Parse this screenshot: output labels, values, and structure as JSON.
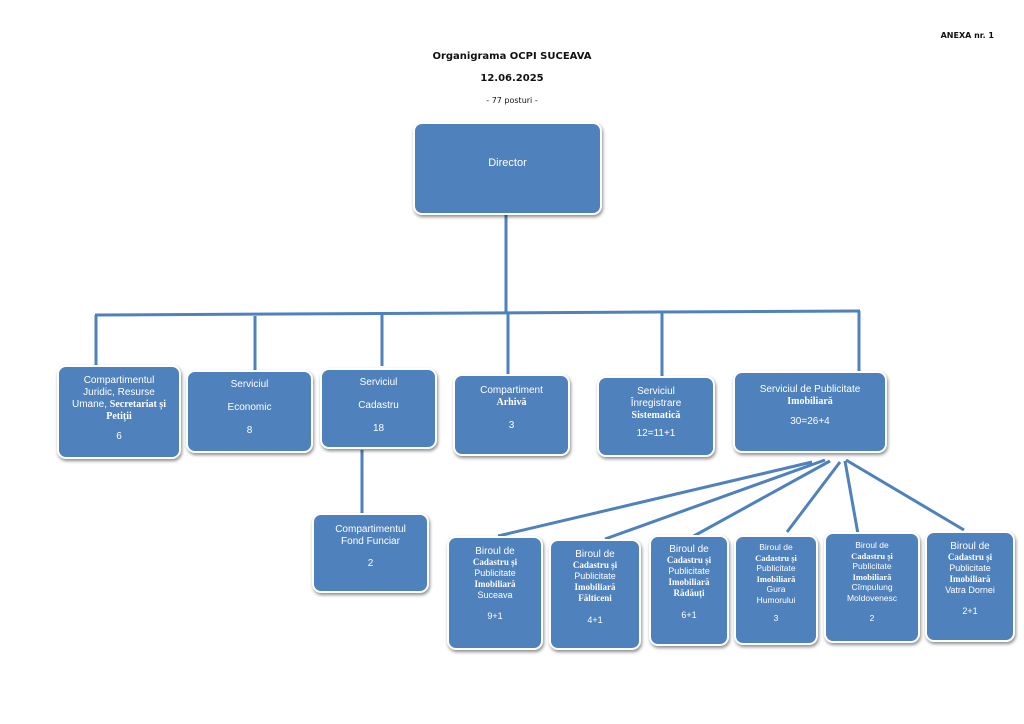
{
  "header": {
    "anexa": "ANEXA nr. 1",
    "title": "Organigrama OCPI SUCEAVA",
    "date": "12.06.2025",
    "posts": "- 77 posturi -"
  },
  "colors": {
    "box_fill": "#4f81bd",
    "line": "#4f81bd"
  },
  "director": {
    "label": "Director"
  },
  "departments": {
    "juridic": {
      "line1": "Compartimentul",
      "line2": "Juridic, Resurse",
      "line3a": "Umane,",
      "line3b": "Secretariat și",
      "line4": "Petiții",
      "count": "6"
    },
    "economic": {
      "line1": "Serviciul",
      "line2": "Economic",
      "count": "8"
    },
    "cadastru": {
      "line1": "Serviciul",
      "line2": "Cadastru",
      "count": "18"
    },
    "arhiva": {
      "line1": "Compartiment",
      "line2": "Arhivă",
      "count": "3"
    },
    "inregistrare": {
      "line1": "Serviciul",
      "line2": "Înregistrare",
      "line3": "Sistematică",
      "count": "12=11+1"
    },
    "publicitate": {
      "line1": "Serviciul de Publicitate",
      "line2": "Imobiliară",
      "count": "30=26+4"
    }
  },
  "fond_funciar": {
    "line1": "Compartimentul",
    "line2": "Fond Funciar",
    "count": "2"
  },
  "birouri": [
    {
      "l1": "Biroul de",
      "l2": "Cadastru și",
      "l3": "Publicitate",
      "l4": "Imobiliară",
      "l5": "Suceava",
      "count": "9+1"
    },
    {
      "l1": "Biroul de",
      "l2": "Cadastru și",
      "l3": "Publicitate",
      "l4": "Imobiliară",
      "l5": "Fălticeni",
      "count": "4+1"
    },
    {
      "l1": "Biroul de",
      "l2": "Cadastru și",
      "l3": "Publicitate",
      "l4": "Imobiliară",
      "l5": "Rădăuți",
      "count": "6+1"
    },
    {
      "l1": "Biroul de",
      "l2": "Cadastru și",
      "l3": "Publicitate",
      "l4": "Imobiliară",
      "l5": "Gura",
      "l6": "Humorului",
      "count": "3"
    },
    {
      "l1": "Biroul de",
      "l2": "Cadastru și",
      "l3": "Publicitate",
      "l4": "Imobiliară",
      "l5": "Cîmpulung",
      "l6": "Moldovenesc",
      "count": "2"
    },
    {
      "l1": "Biroul de",
      "l2": "Cadastru și",
      "l3": "Publicitate",
      "l4": "Imobiliară",
      "l5": "Vatra Dornei",
      "count": "2+1"
    }
  ]
}
